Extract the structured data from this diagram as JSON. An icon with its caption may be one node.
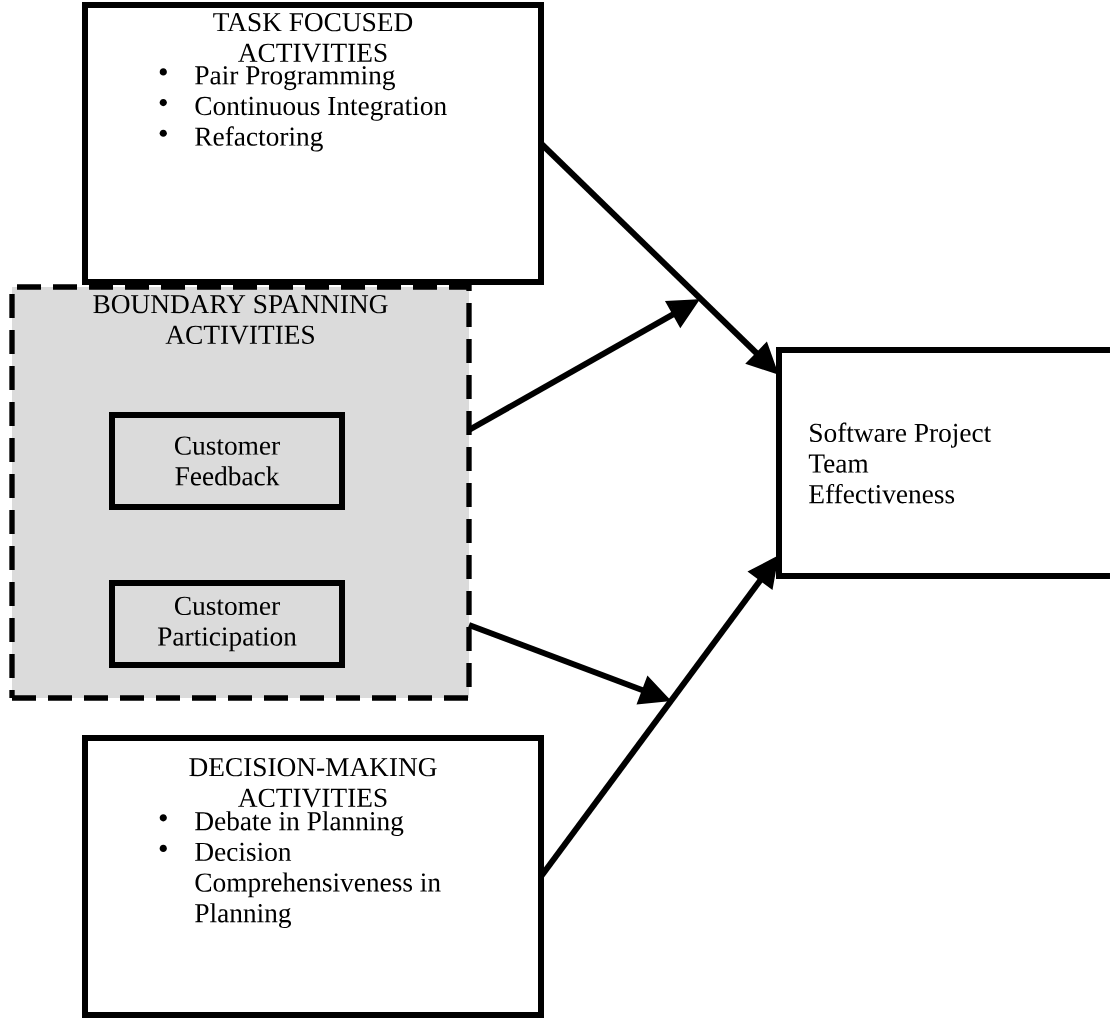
{
  "diagram": {
    "nodes": [
      {
        "text": [
          "TASK FOCUSED ACTIVITIES",
          "Pair Programming",
          "Continuous Integration",
          "Refactoring"
        ]
      },
      {
        "text": [
          "BOUNDARY SPANNING ACTIVITIES"
        ]
      },
      {
        "text": [
          "Customer Feedback"
        ],
        "in": 1
      },
      {
        "text": [
          "Customer Participation"
        ],
        "in": 1
      },
      {
        "text": [
          "DECISION-MAKING ACTIVITIES",
          "Debate in Planning",
          "Decision Comprehensiveness in Planning"
        ]
      },
      {
        "text": [
          "Software Project Team Effectiveness"
        ]
      }
    ],
    "edges": [
      {
        "from": 0,
        "to": 5,
        "arrow": "to"
      },
      {
        "from": 1,
        "to": null,
        "arrow": "to"
      },
      {
        "from": 1,
        "to": null,
        "arrow": "to"
      },
      {
        "from": 4,
        "to": 5,
        "arrow": "to"
      }
    ]
  }
}
